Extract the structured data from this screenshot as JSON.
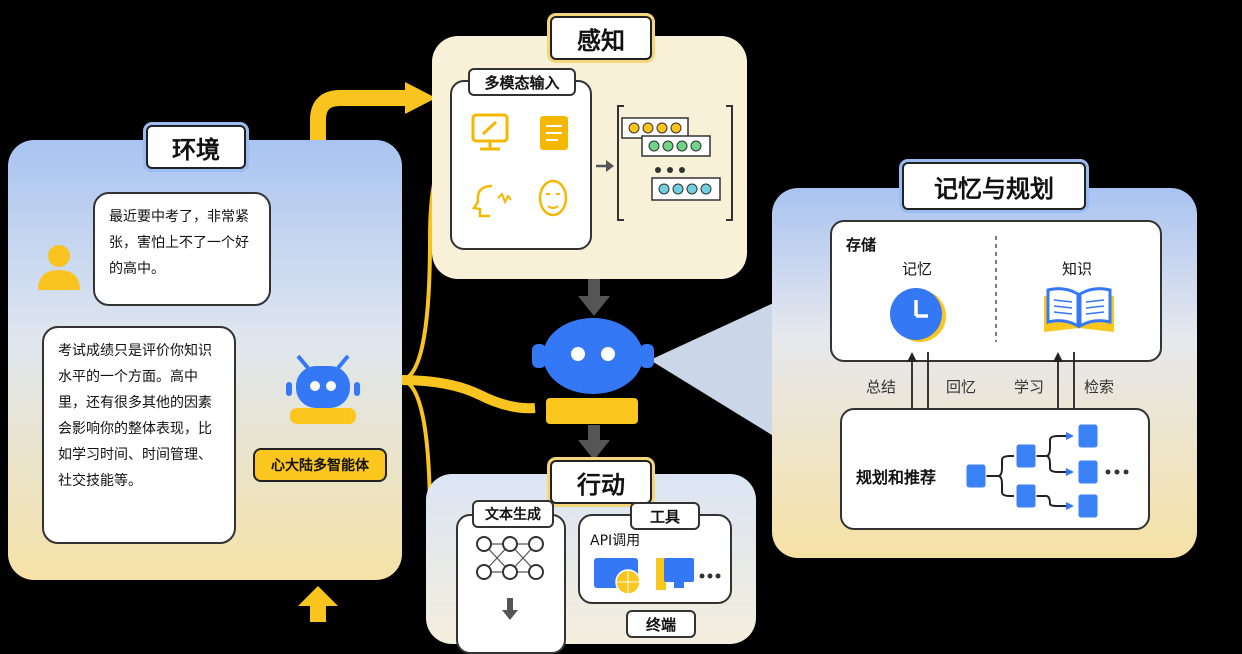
{
  "colors": {
    "accent_yellow": "#fbc61e",
    "accent_blue": "#3478f6",
    "panel_cream": "#f8f1d8"
  },
  "environment": {
    "title": "环境",
    "user_message": "最近要中考了，非常紧张，害怕上不了一个好的高中。",
    "agent_reply": "考试成绩只是评价你知识水平的一个方面。高中里，还有很多其他的因素会影响你的整体表现，比如学习时间、时间管理、社交技能等。",
    "agent_name": "心大陆多智能体"
  },
  "perception": {
    "title": "感知",
    "multimodal_label": "多模态输入"
  },
  "action": {
    "title": "行动",
    "text_gen_label": "文本生成",
    "tools_label": "工具",
    "api_label": "API调用",
    "terminal_label": "终端"
  },
  "memory_planning": {
    "title": "记忆与规划",
    "storage_label": "存储",
    "memory_label": "记忆",
    "knowledge_label": "知识",
    "summarize_label": "总结",
    "recall_label": "回忆",
    "learn_label": "学习",
    "retrieve_label": "检索",
    "planning_label": "规划和推荐"
  }
}
